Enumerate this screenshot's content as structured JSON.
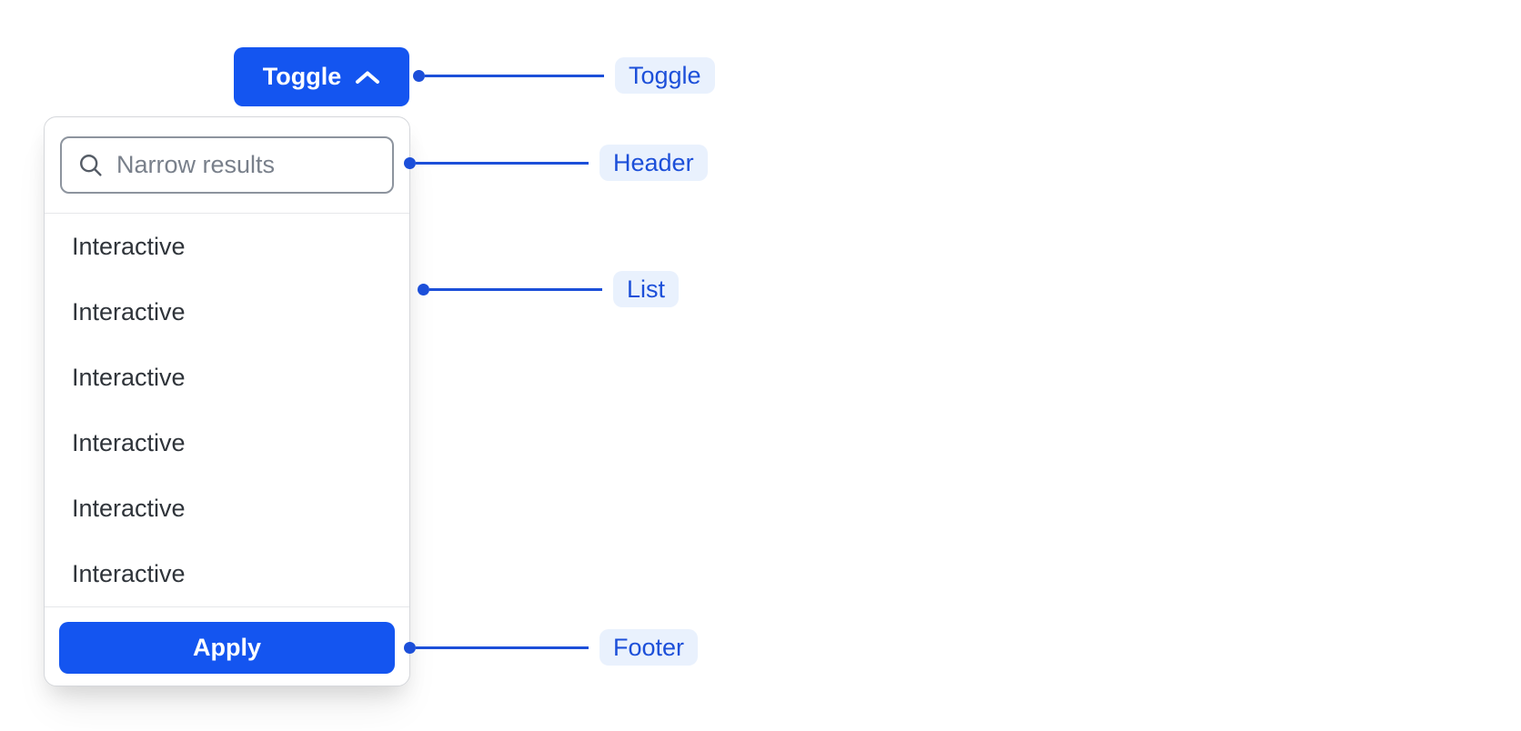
{
  "colors": {
    "accent_blue": "#1455f0",
    "annotation_blue": "#1c4fd9",
    "annotation_pill_bg": "#e9f1fd",
    "panel_border": "#d5d7db",
    "input_border": "#8d949e",
    "divider": "#e6e8ea",
    "item_text": "#2f343a",
    "placeholder_text": "#79808b",
    "icon_gray": "#555c66",
    "button_text": "#ffffff",
    "background": "#ffffff"
  },
  "toggle_button": {
    "label": "Toggle",
    "icon": "chevron-up-icon"
  },
  "panel": {
    "header": {
      "search_placeholder": "Narrow results",
      "search_value": "",
      "icon": "search-icon"
    },
    "list": {
      "items": [
        "Interactive",
        "Interactive",
        "Interactive",
        "Interactive",
        "Interactive",
        "Interactive"
      ]
    },
    "footer": {
      "apply_label": "Apply"
    }
  },
  "annotations": {
    "toggle": {
      "label": "Toggle"
    },
    "header": {
      "label": "Header"
    },
    "list": {
      "label": "List"
    },
    "footer": {
      "label": "Footer"
    }
  }
}
